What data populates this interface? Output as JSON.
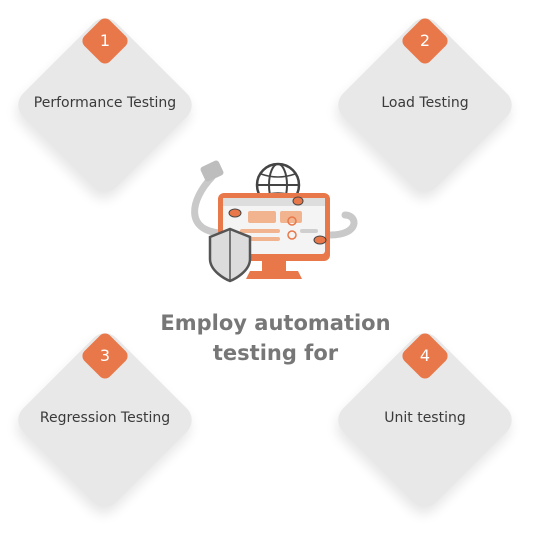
{
  "cards": [
    {
      "number": "1",
      "label": "Performance Testing"
    },
    {
      "number": "2",
      "label": "Load Testing"
    },
    {
      "number": "3",
      "label": "Regression Testing"
    },
    {
      "number": "4",
      "label": "Unit testing"
    }
  ],
  "center": {
    "title_line1": "Employ automation",
    "title_line2": "testing for"
  },
  "colors": {
    "accent": "#e8784a",
    "card_bg": "#e8e8e8",
    "text_dark": "#3a3a3a",
    "text_muted": "#777777"
  }
}
